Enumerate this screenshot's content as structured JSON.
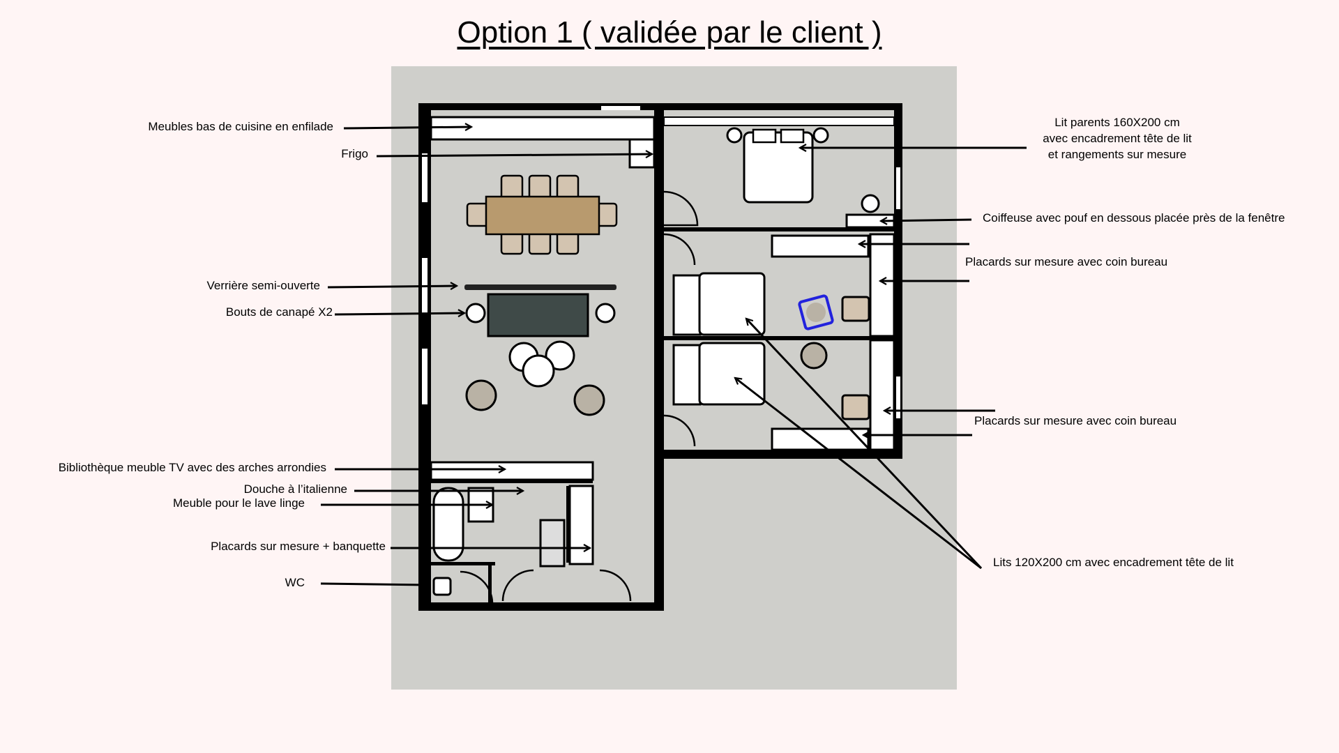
{
  "title": "Option 1 ( validée par le client )",
  "colors": {
    "background": "#fff5f5",
    "floor": "#cfcfcb",
    "wall": "#000000",
    "table": "#b89a6e",
    "chair": "#d3c4b0",
    "sofa": "#3f4a48",
    "highlight": "#2222dd"
  },
  "labels": {
    "kitchen": "Meubles bas de cuisine en enfilade",
    "fridge": "Frigo",
    "verriere": "Verrière semi-ouverte",
    "side_tables": "Bouts de canapé X2",
    "library": "Bibliothèque meuble TV avec des arches arrondies",
    "shower": "Douche à l’italienne",
    "washer": "Meuble pour le lave linge",
    "storage_bench": "Placards sur mesure + banquette",
    "wc": "WC",
    "parents_bed_1": "Lit parents 160X200 cm",
    "parents_bed_2": "avec encadrement tête de lit",
    "parents_bed_3": "et  rangements sur mesure",
    "dressing_table": "Coiffeuse avec pouf en dessous placée près de la fenêtre",
    "closets_1": "Placards sur mesure avec coin bureau",
    "closets_2": "Placards sur mesure avec coin bureau",
    "kids_beds": "Lits 120X200 cm avec encadrement tête de lit"
  }
}
